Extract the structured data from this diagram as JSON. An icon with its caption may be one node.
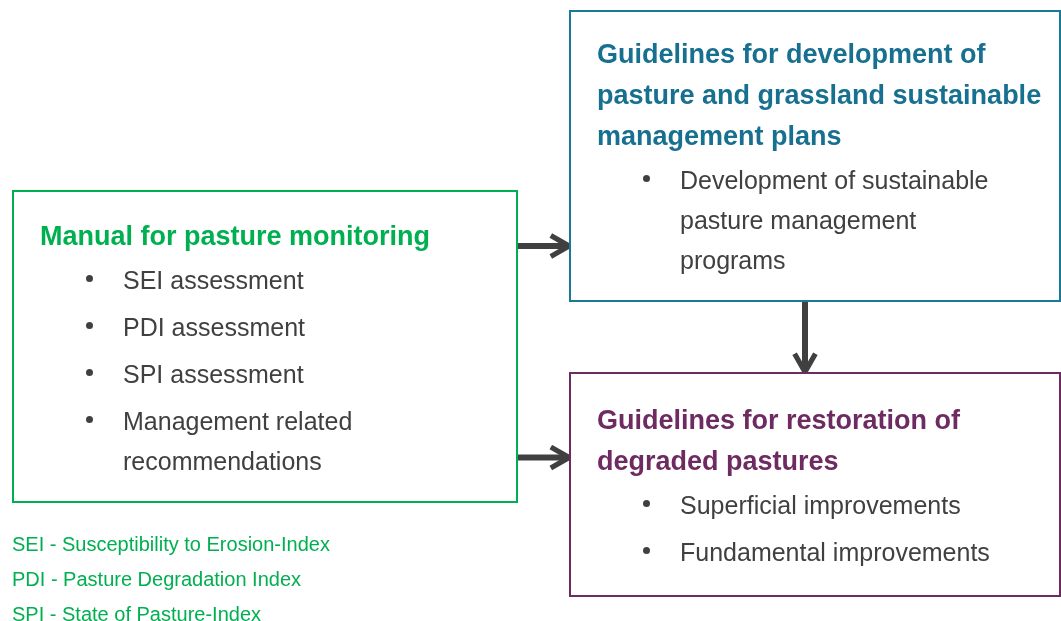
{
  "diagram": {
    "nodes": [
      {
        "text": [
          "Manual for pasture monitoring",
          "SEI assessment",
          "PDI assessment",
          "SPI assessment",
          "Management related recommendations"
        ]
      },
      {
        "text": [
          "Guidelines for development of pasture and grassland sustainable management plans",
          "Development of sustainable pasture management programs"
        ]
      },
      {
        "text": [
          "Guidelines for restoration of degraded pastures",
          "Superficial improvements",
          "Fundamental improvements"
        ]
      }
    ],
    "edges": [
      {
        "from": 0,
        "to": 1,
        "arrow": "to"
      },
      {
        "from": 1,
        "to": 2,
        "arrow": "to"
      },
      {
        "from": 0,
        "to": 2,
        "arrow": "to"
      }
    ],
    "labels": [
      "SEI - Susceptibility to Erosion-Index",
      "PDI - Pasture Degradation Index",
      "SPI - State of Pasture-Index"
    ]
  }
}
